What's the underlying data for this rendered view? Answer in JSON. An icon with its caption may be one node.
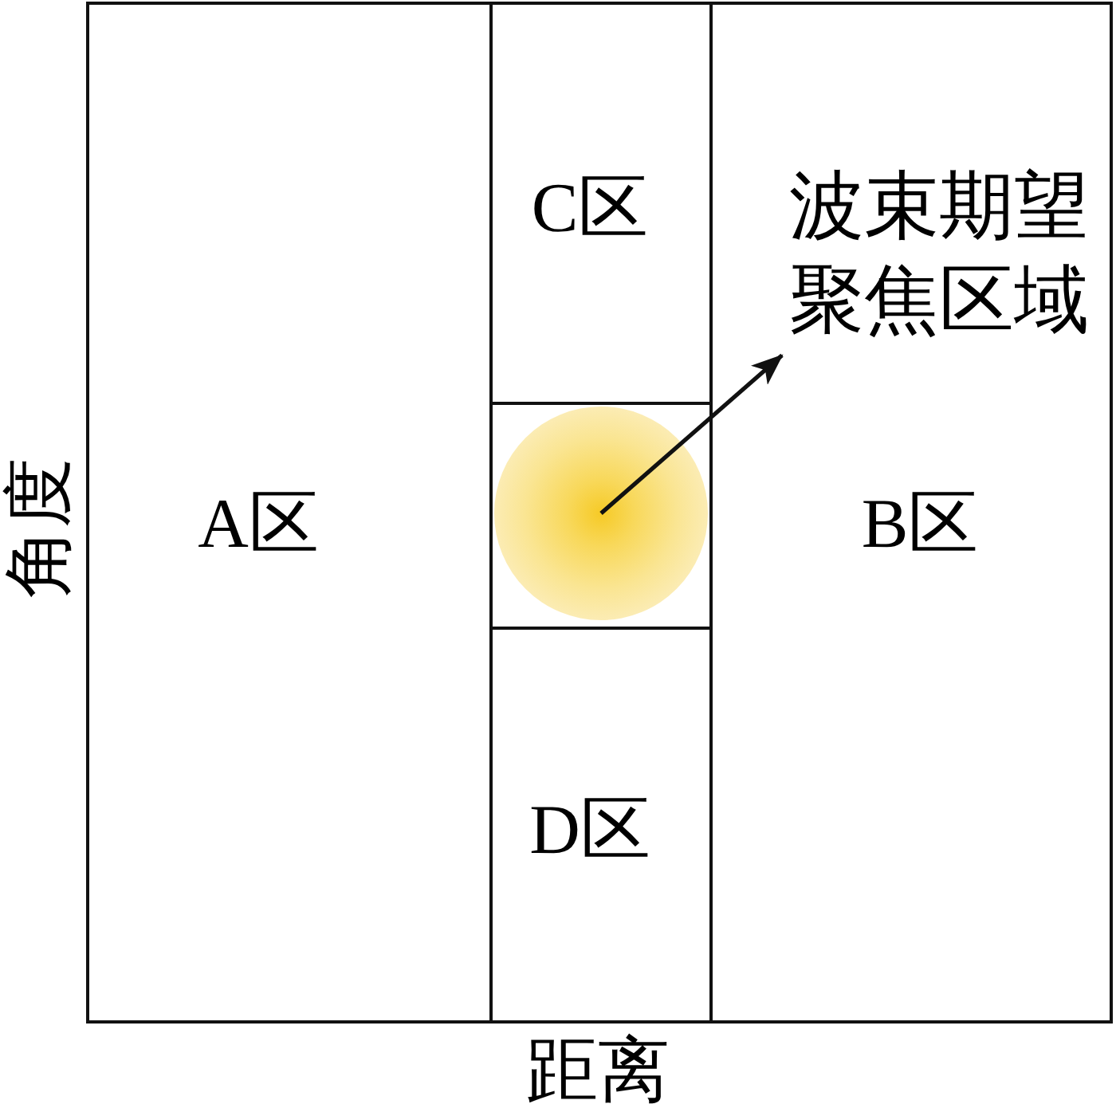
{
  "diagram": {
    "nodes": [
      {
        "text": [
          "A区"
        ]
      },
      {
        "text": [
          "C区"
        ]
      },
      {
        "text": [],
        "shape": "box"
      },
      {
        "text": [],
        "shape": "circle",
        "in": 2
      },
      {
        "text": [
          "D区"
        ]
      },
      {
        "text": [
          "B区"
        ]
      },
      {
        "text": [
          "波束期望聚焦区域"
        ],
        "in": 5
      }
    ],
    "edges": [
      {
        "from": 3,
        "to": 6,
        "arrow": "to"
      }
    ],
    "labels": [
      "角度",
      "距离"
    ]
  }
}
